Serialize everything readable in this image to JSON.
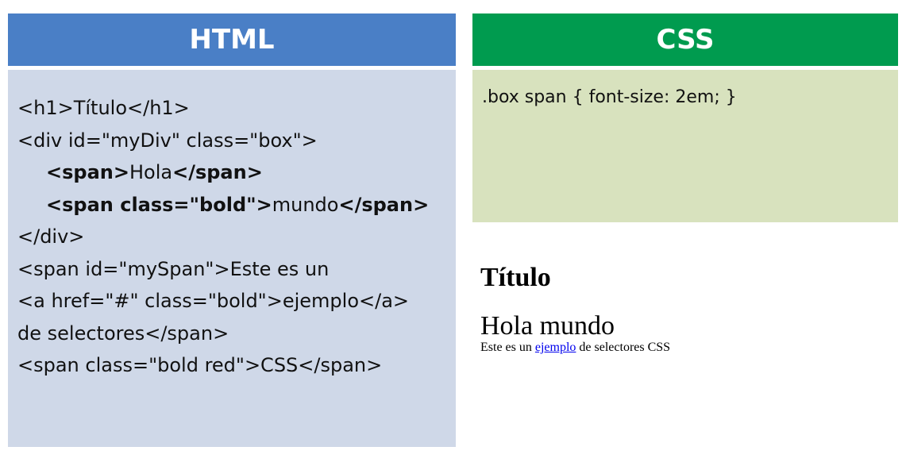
{
  "html_panel": {
    "title": "HTML",
    "lines": [
      {
        "plain": "<h1>Título</h1>"
      },
      {
        "plain": "<div id=\"myDiv\" class=\"box\">"
      },
      {
        "b1": "<span>",
        "t": "Hola",
        "b2": "</span>"
      },
      {
        "b1": "<span class=\"bold\">",
        "t": "mundo",
        "b2": "</span>"
      },
      {
        "plain": "</div>"
      },
      {
        "plain": "<span id=\"mySpan\">Este es un"
      },
      {
        "plain": "<a href=\"#\" class=\"bold\">ejemplo</a>"
      },
      {
        "plain": "de selectores</span>"
      },
      {
        "plain": "<span class=\"bold red\">CSS</span>"
      }
    ]
  },
  "css_panel": {
    "title": "CSS",
    "rule": ".box span { font-size: 2em; }"
  },
  "preview": {
    "heading": "Título",
    "span_hola": "Hola",
    "span_mundo": "mundo",
    "text_before": "Este es un",
    "link_text": "ejemplo",
    "text_after": "de selectores CSS"
  },
  "colors": {
    "html_header": "#4a7fc6",
    "html_body": "#cfd8e8",
    "css_header": "#009b4f",
    "css_body": "#d8e2be",
    "link": "#0000ee"
  }
}
